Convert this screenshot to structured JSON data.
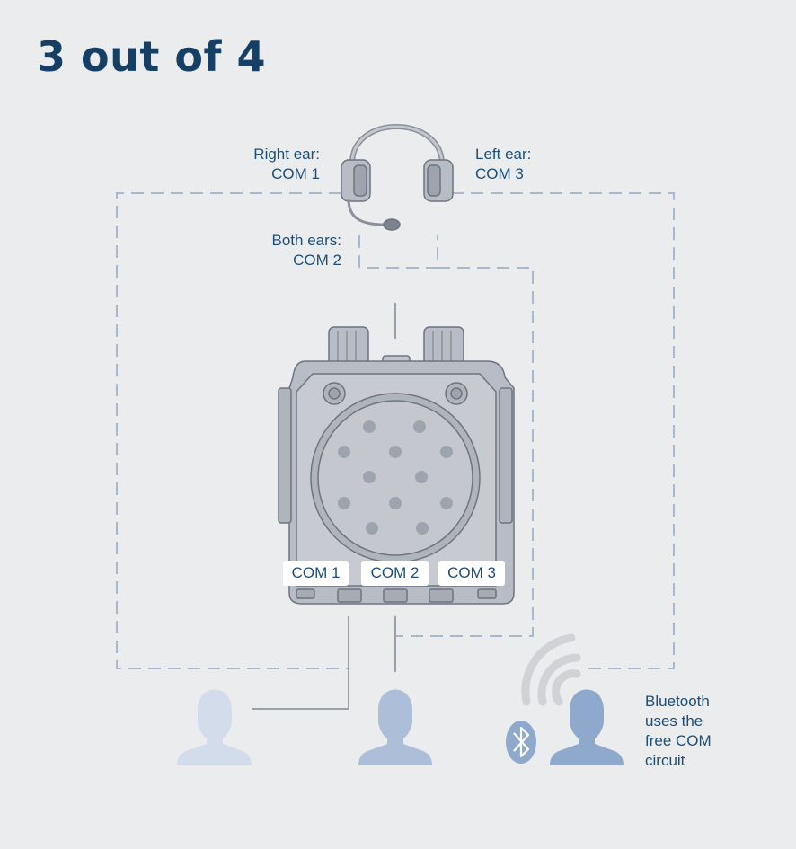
{
  "title": "3 out of 4",
  "headset": {
    "right_ear": [
      "Right ear:",
      "COM 1"
    ],
    "left_ear": [
      "Left ear:",
      "COM 3"
    ],
    "both_ears": [
      "Both ears:",
      "COM 2"
    ]
  },
  "ports": [
    "COM 1",
    "COM 2",
    "COM 3"
  ],
  "bluetooth_note": [
    "Bluetooth",
    "uses the",
    "free COM",
    "circuit"
  ],
  "colors": {
    "title": "#163f66",
    "text": "#1d4e78",
    "background": "#ebeced",
    "device": "#b8bcc4",
    "dashed_line": "#aab8cc",
    "person_1": "#d3dcea",
    "person_2": "#adbfd8",
    "person_3": "#8ea9cc",
    "bluetooth": "#8ea9cc"
  },
  "icons": [
    "headset-icon",
    "intercom-device-icon",
    "person-icon",
    "bluetooth-icon",
    "wireless-signal-icon"
  ]
}
